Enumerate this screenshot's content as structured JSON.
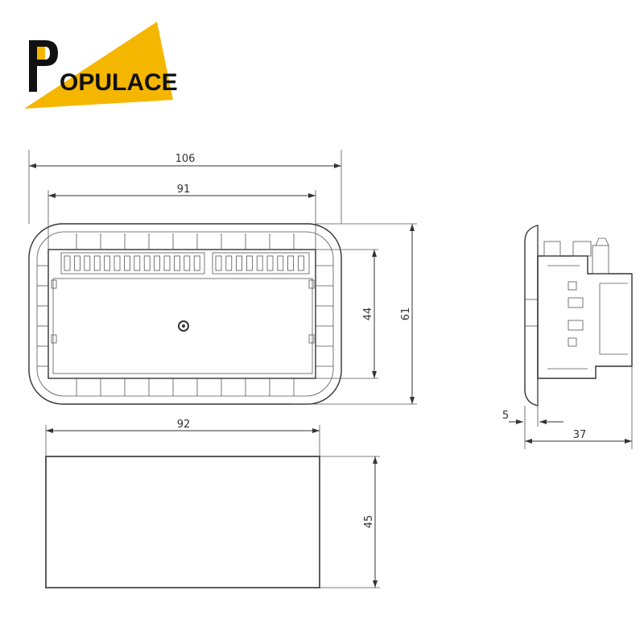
{
  "brand": {
    "name": "OPULACE",
    "initial": "P",
    "color_yellow": "#F5B600",
    "color_dark": "#111111"
  },
  "dimensions": {
    "front_width_outer": "106",
    "front_width_inner": "91",
    "front_height_inner": "44",
    "front_height_outer": "61",
    "cutout_width": "92",
    "cutout_height": "45",
    "side_flange": "5",
    "side_depth": "37"
  },
  "drawing": {
    "line_color": "#333333"
  }
}
